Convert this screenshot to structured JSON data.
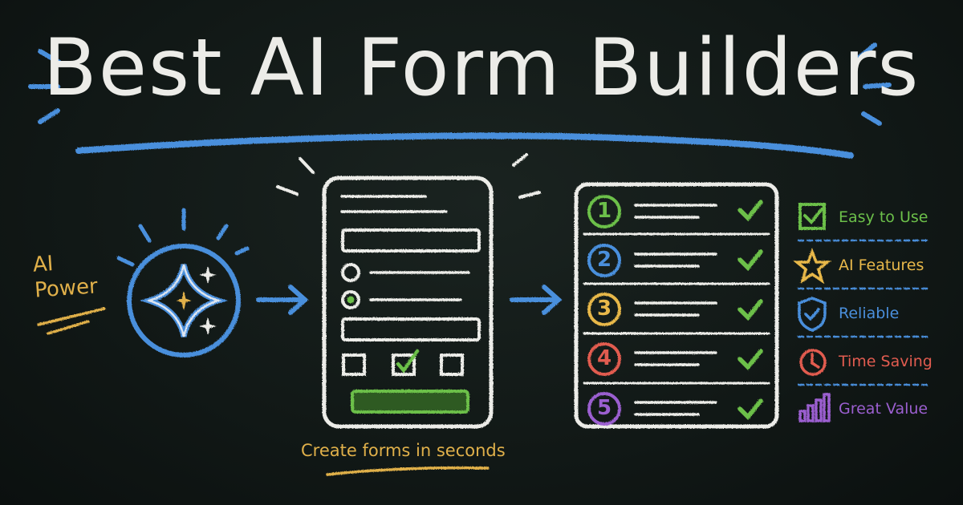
{
  "title": "Best AI Form Builders",
  "left_label": {
    "line1": "AI",
    "line2": "Power"
  },
  "caption": "Create forms in seconds",
  "ranked_list": [
    {
      "rank": "1",
      "color": "#6cc04a"
    },
    {
      "rank": "2",
      "color": "#4a8fdc"
    },
    {
      "rank": "3",
      "color": "#e8b84a"
    },
    {
      "rank": "4",
      "color": "#e25c50"
    },
    {
      "rank": "5",
      "color": "#9b5fd0"
    }
  ],
  "features": [
    {
      "label": "Easy to Use",
      "icon": "checkbox-icon",
      "color": "#6cc04a"
    },
    {
      "label": "AI Features",
      "icon": "star-icon",
      "color": "#e8b84a"
    },
    {
      "label": "Reliable",
      "icon": "shield-check-icon",
      "color": "#4a8fdc"
    },
    {
      "label": "Time Saving",
      "icon": "clock-icon",
      "color": "#e25c50"
    },
    {
      "label": "Great Value",
      "icon": "bar-chart-icon",
      "color": "#9b5fd0"
    }
  ],
  "colors": {
    "chalk_white": "#ecece8",
    "accent_blue": "#4a8fdc",
    "accent_yellow": "#e0b04a",
    "accent_green": "#6cc04a",
    "board": "#111816"
  }
}
